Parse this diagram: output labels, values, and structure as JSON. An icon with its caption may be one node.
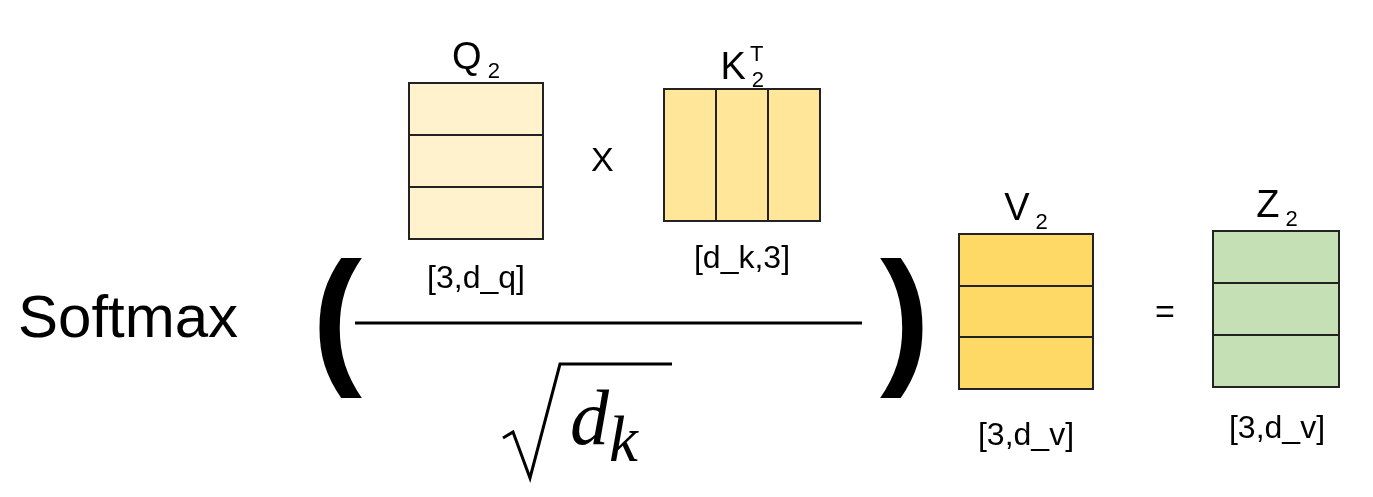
{
  "diagram": {
    "nodes": [
      {
        "text": [
          "Q$_{2}$"
        ],
        "beside": [
          "[3,d_q]"
        ]
      },
      {
        "text": [
          "K$_{2}$$^{T}$"
        ],
        "beside": [
          "[d_k,3]"
        ]
      },
      {
        "text": [
          "V$_{2}$"
        ],
        "beside": [
          "[3,d_v]"
        ]
      },
      {
        "text": [
          "Z$_{2}$"
        ],
        "beside": [
          "[3,d_v]"
        ]
      }
    ],
    "edges": [],
    "labels": [
      "Softmax",
      "(",
      "X",
      ")",
      "=",
      "d$_{k}$"
    ]
  }
}
